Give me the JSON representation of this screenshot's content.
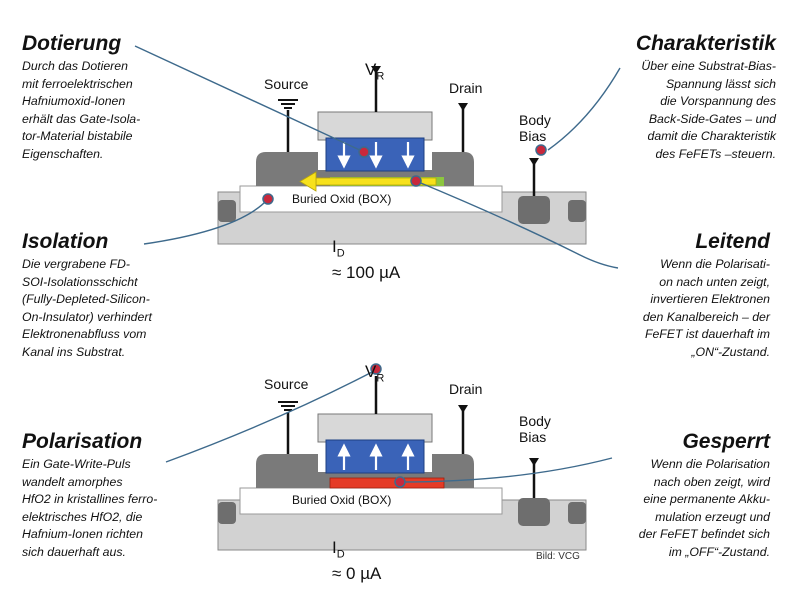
{
  "annotations": {
    "dotierung": {
      "title": "Dotierung",
      "text": "Durch das Dotieren\nmit ferroelektrischen\nHafniumoxid-Ionen\nerhält das Gate-Isola-\ntor-Material bistabile\nEigenschaften."
    },
    "charakteristik": {
      "title": "Charakteristik",
      "text": "Über eine Substrat-Bias-\nSpannung lässt sich\ndie Vorspannung des\nBack-Side-Gates – und\ndamit die Charakteristik\ndes FeFETs –steuern."
    },
    "isolation": {
      "title": "Isolation",
      "text": "Die vergrabene FD-\nSOI-Isolationsschicht\n(Fully-Depleted-Silicon-\nOn-Insulator) verhindert\nElektronenabfluss vom\nKanal ins Substrat."
    },
    "leitend": {
      "title": "Leitend",
      "text": "Wenn die Polarisati-\non nach unten zeigt,\ninvertieren Elektronen\nden Kanalbereich – der\nFeFET ist dauerhaft im\n„ON“-Zustand."
    },
    "polarisation": {
      "title": "Polarisation",
      "text": "Ein Gate-Write-Puls\nwandelt amorphes\nHfO2 in kristallines ferro-\nelektrisches HfO2, die\nHafnium-Ionen richten\nsich dauerhaft aus."
    },
    "gesperrt": {
      "title": "Gesperrt",
      "text": "Wenn die Polarisation\nnach oben zeigt, wird\neine permanente Akku-\nmulation erzeugt und\nder FeFET befindet sich\nim „OFF“-Zustand."
    }
  },
  "top_device": {
    "vr_label": "V",
    "vr_sub": "R",
    "source_label": "Source",
    "drain_label": "Drain",
    "body_bias_label": "Body\nBias",
    "box_label": "Buried Oxid (BOX)",
    "current_label": "I",
    "current_sub": "D",
    "current_value": "≈ 100 µA",
    "polarization": "down"
  },
  "bottom_device": {
    "vr_label": "V",
    "vr_sub": "R",
    "source_label": "Source",
    "drain_label": "Drain",
    "body_bias_label": "Body\nBias",
    "box_label": "Buried Oxid (BOX)",
    "current_label": "I",
    "current_sub": "D",
    "current_value": "≈ 0 µA",
    "polarization": "up"
  },
  "credit": "Bild: VCG",
  "colors": {
    "gate_blue": "#3a63b8",
    "channel_green": "#8cc63f",
    "arrow_yellow": "#f7e11b",
    "channel_red": "#e53b26",
    "callout_line": "#3e6a8c",
    "dot_red": "#c8283c",
    "gray_dark": "#707070",
    "gray_light": "#d2d2d2"
  }
}
